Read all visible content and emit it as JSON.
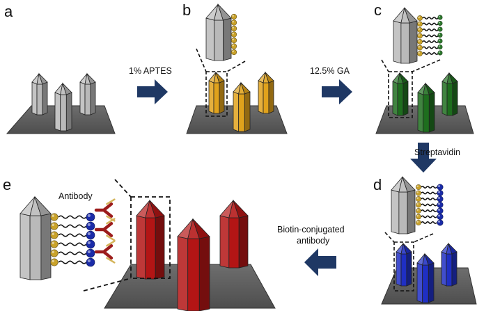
{
  "panels": {
    "a": "a",
    "b": "b",
    "c": "c",
    "d": "d",
    "e": "e"
  },
  "steps": {
    "aptes": "1% APTES",
    "ga": "12.5% GA",
    "streptavidin": "Streptavidin",
    "biotin_line1": "Biotin-conjugated",
    "biotin_line2": "antibody"
  },
  "annotations": {
    "antibody": "Antibody"
  },
  "colors": {
    "substrate": "#5c5c5c",
    "pillar_bare": "#b9b9b9",
    "pillar_aptes": "#e0a21c",
    "pillar_ga": "#1e6e1e",
    "pillar_streptavidin": "#1f2fc4",
    "pillar_antibody": "#b31515",
    "arrow": "#1f3864",
    "aptes_bead": "#c9a22a",
    "ga_bead": "#2f7a2f",
    "streptavidin_bead": "#1a2ba8",
    "antibody": "#9c1c1c"
  }
}
